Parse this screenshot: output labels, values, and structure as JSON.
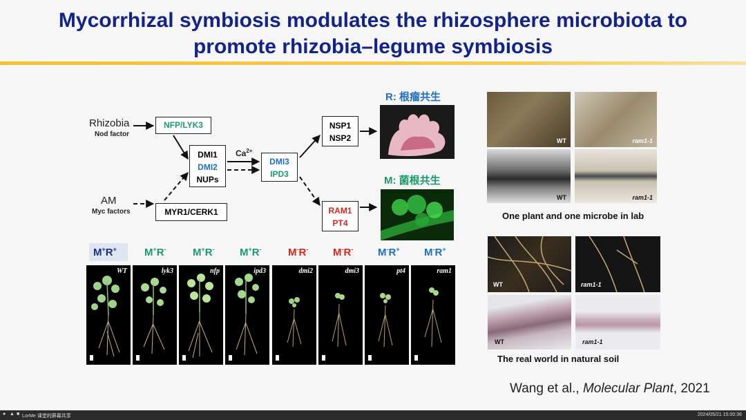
{
  "slide": {
    "title_line1": "Mycorrhizal symbiosis modulates the rhizosphere microbiota to",
    "title_line2": "promote rhizobia–legume symbiosis",
    "citation_prefix": "Wang et al., ",
    "citation_journal": "Molecular Plant",
    "citation_suffix": ", 2021"
  },
  "pathway": {
    "rhizobia": "Rhizobia",
    "nod_factor": "Nod factor",
    "am": "AM",
    "myc_factors": "Myc factors",
    "nfp_lyk3": "NFP/LYK3",
    "myr1_cerk1": "MYR1/CERK1",
    "dmi1": "DMI1",
    "dmi2": "DMI2",
    "nups": "NUPs",
    "ca": "Ca",
    "ca_sup": "2+",
    "dmi3": "DMI3",
    "ipd3": "IPD3",
    "nsp1": "NSP1",
    "nsp2": "NSP2",
    "ram1": "RAM1",
    "pt4": "PT4",
    "r_label": "R: 根瘤共生",
    "m_label": "M: 菌根共生"
  },
  "genotypes": [
    {
      "base1": "M",
      "sup1": "+",
      "base2": "R",
      "sup2": "+",
      "color": "#1b2f80",
      "plant": "WT"
    },
    {
      "base1": "M",
      "sup1": "+",
      "base2": "R",
      "sup2": "-",
      "color": "#1b9a6a",
      "plant": "lyk3"
    },
    {
      "base1": "M",
      "sup1": "+",
      "base2": "R",
      "sup2": "-",
      "color": "#1b9a6a",
      "plant": "nfp"
    },
    {
      "base1": "M",
      "sup1": "+",
      "base2": "R",
      "sup2": "-",
      "color": "#1b9a6a",
      "plant": "ipd3"
    },
    {
      "base1": "M",
      "sup1": "-",
      "base2": "R",
      "sup2": "-",
      "color": "#d9251c",
      "plant": "dmi2"
    },
    {
      "base1": "M",
      "sup1": "-",
      "base2": "R",
      "sup2": "-",
      "color": "#d9251c",
      "plant": "dmi3"
    },
    {
      "base1": "M",
      "sup1": "-",
      "base2": "R",
      "sup2": "+",
      "color": "#1f6fc0",
      "plant": "pt4"
    },
    {
      "base1": "M",
      "sup1": "-",
      "base2": "R",
      "sup2": "+",
      "color": "#1f6fc0",
      "plant": "ram1"
    }
  ],
  "lab": {
    "wt": "WT",
    "ram1": "ram1-1",
    "caption": "One plant and one microbe in lab"
  },
  "soil": {
    "wt": "WT",
    "ram1": "ram1-1",
    "caption": "The real world in natural soil"
  },
  "taskbar": {
    "app_label": "LorMe 课堂的屏幕共享",
    "datetime": "2024/05/21 15:00:36"
  }
}
